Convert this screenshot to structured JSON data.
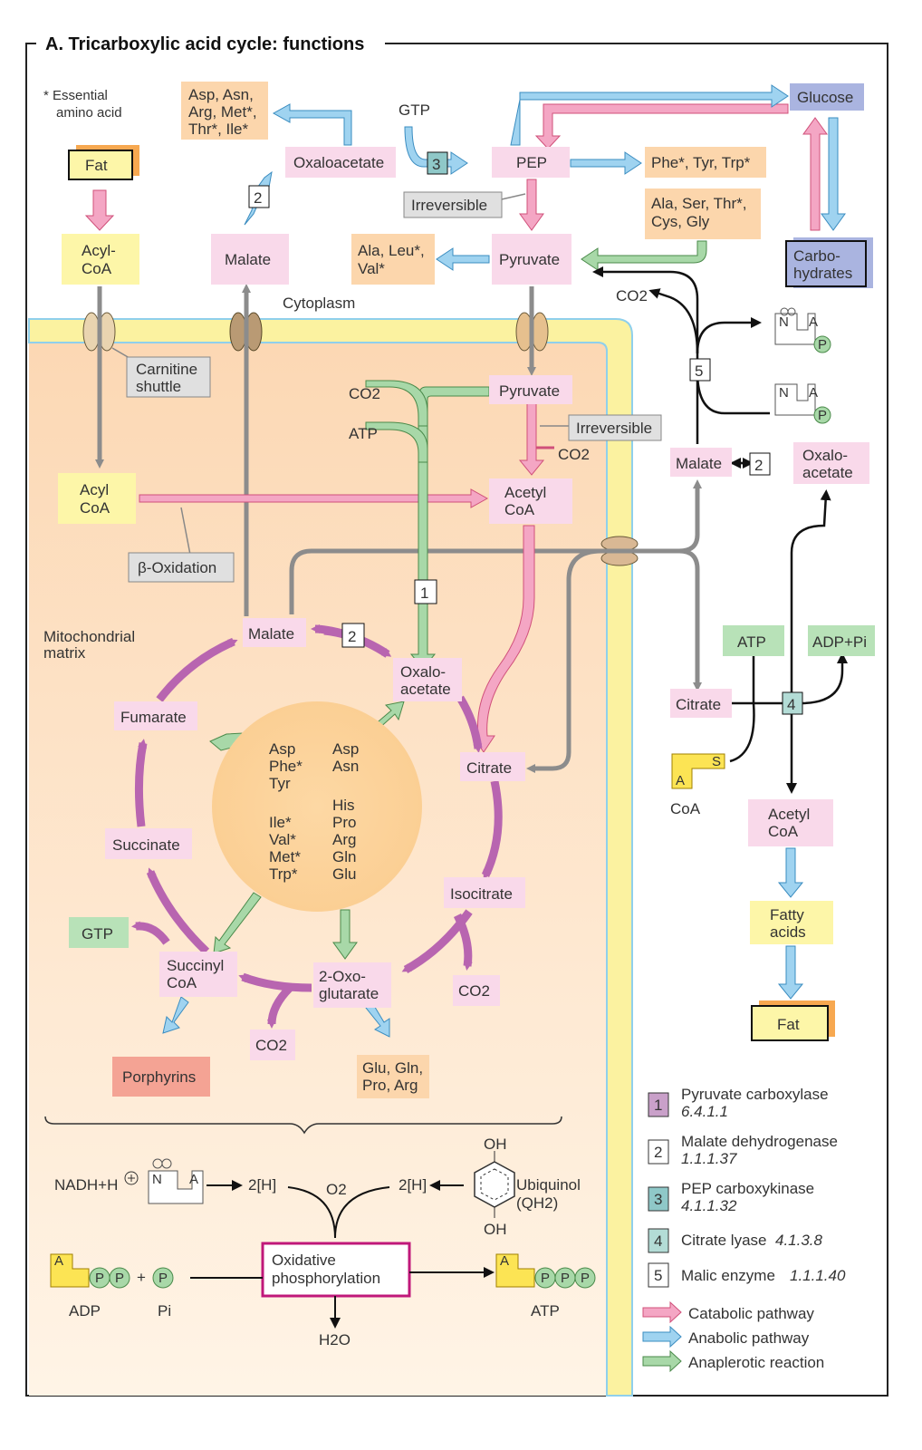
{
  "title": "A. Tricarboxylic acid cycle: functions",
  "footnote": [
    "* Essential",
    "amino acid"
  ],
  "compartments": {
    "cytoplasm": "Cytoplasm",
    "matrix": [
      "Mitochondrial",
      "matrix"
    ]
  },
  "nodes": {
    "fat_top": "Fat",
    "acyl_coa_cyto": [
      "Acyl-",
      "CoA"
    ],
    "carnitine": [
      "Carnitine",
      "shuttle"
    ],
    "acyl_coa_mito": [
      "Acyl",
      "CoA"
    ],
    "beta_oxidation": "β-Oxidation",
    "amino_top": [
      "Asp, Asn,",
      "Arg, Met*,",
      "Thr*, Ile*"
    ],
    "oxaloacetate_cyto": "Oxaloacetate",
    "gtp_top": "GTP",
    "pep": "PEP",
    "phe_tyr_trp": "Phe*, Tyr, Trp*",
    "glucose": "Glucose",
    "irreversible_1": "Irreversible",
    "ala_ser": [
      "Ala, Ser, Thr*,",
      "Cys, Gly"
    ],
    "malate_cyto": "Malate",
    "ala_leu_val": [
      "Ala, Leu*,",
      "Val*"
    ],
    "pyruvate_cyto": "Pyruvate",
    "carbohydrates": [
      "Carbo-",
      "hydrates"
    ],
    "co2_r": "CO2",
    "pyruvate_mito": "Pyruvate",
    "co2_m": "CO2",
    "atp_m": "ATP",
    "irreversible_2": "Irreversible",
    "co2_pdh": "CO2",
    "malate_r": "Malate",
    "oxaloacetate_r": [
      "Oxalo-",
      "acetate"
    ],
    "acetyl_coa_mito": [
      "Acetyl",
      "CoA"
    ],
    "malate_cycle": "Malate",
    "oxaloacetate_cycle": [
      "Oxalo-",
      "acetate"
    ],
    "fumarate": "Fumarate",
    "citrate_cycle": "Citrate",
    "succinate": "Succinate",
    "isocitrate": "Isocitrate",
    "gtp_cycle": "GTP",
    "succinyl_coa": [
      "Succinyl",
      "CoA"
    ],
    "oxoglutarate": [
      "2-Oxo-",
      "glutarate"
    ],
    "co2_iso": "CO2",
    "co2_oxo": "CO2",
    "porphyrins": "Porphyrins",
    "glu_gln": [
      "Glu, Gln,",
      "Pro, Arg"
    ],
    "atp_r": "ATP",
    "adp_pi_r": "ADP+Pi",
    "citrate_r": "Citrate",
    "coa_r": "CoA",
    "acetyl_coa_r": [
      "Acetyl",
      "CoA"
    ],
    "fatty_acids": [
      "Fatty",
      "acids"
    ],
    "fat_bottom": "Fat",
    "enzyme_numbers": [
      "1",
      "2",
      "3",
      "4",
      "5"
    ]
  },
  "central_amino_acids": {
    "left_top": [
      "Asp",
      "Phe*",
      "Tyr"
    ],
    "right_top": [
      "Asp",
      "Asn"
    ],
    "left_bottom": [
      "Ile*",
      "Val*",
      "Met*",
      "Trp*"
    ],
    "right_bottom": [
      "His",
      "Pro",
      "Arg",
      "Gln",
      "Glu"
    ]
  },
  "oxphos": {
    "nadh": "NADH+H",
    "h2_left": "2[H]",
    "o2": "O2",
    "h2_right": "2[H]",
    "ubiquinol": [
      "Ubiquinol",
      "(QH2)"
    ],
    "oh": "OH",
    "box": [
      "Oxidative",
      "phosphorylation"
    ],
    "adp": "ADP",
    "pi": "Pi",
    "atp": "ATP",
    "h2o": "H2O",
    "nad_letters": [
      "N",
      "A"
    ],
    "nucleotide_letters": [
      "A",
      "P",
      "S"
    ]
  },
  "legend": {
    "enzymes": [
      {
        "num": "1",
        "name": "Pyruvate carboxylase",
        "ec": "6.4.1.1",
        "color": "#c9a0c9"
      },
      {
        "num": "2",
        "name": "Malate dehydrogenase",
        "ec": "1.1.1.37",
        "color": "#ffffff"
      },
      {
        "num": "3",
        "name": "PEP carboxykinase",
        "ec": "4.1.1.32",
        "color": "#8fc8c8"
      },
      {
        "num": "4",
        "name": "Citrate lyase",
        "ec": "4.1.3.8",
        "color": "#b3dcd6"
      },
      {
        "num": "5",
        "name": "Malic enzyme",
        "ec": "1.1.1.40",
        "color": "#ffffff"
      }
    ],
    "pathways": [
      {
        "label": "Catabolic pathway",
        "color": "#f4a6c4"
      },
      {
        "label": "Anabolic pathway",
        "color": "#9fd3f0"
      },
      {
        "label": "Anaplerotic reaction",
        "color": "#a8d8a8"
      }
    ]
  },
  "colors": {
    "pink_box": "#f9d9ea",
    "orange_box": "#fcd6ac",
    "yellow_box": "#fdf6a8",
    "green_box": "#b8e2b8",
    "blue_box": "#aab4e0",
    "salmon_box": "#f4a394",
    "matrix_bg": "#fde3c4",
    "membrane": "#fbf2a0",
    "membrane_edge": "#8fd0ec",
    "cycle_arrow": "#b865b0"
  }
}
